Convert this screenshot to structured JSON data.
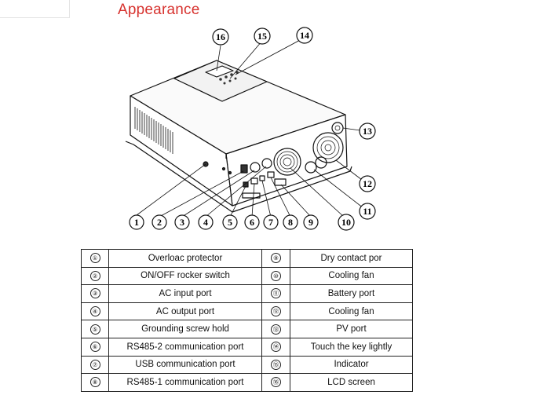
{
  "title": "Appearance",
  "callouts": [
    "1",
    "2",
    "3",
    "4",
    "5",
    "6",
    "7",
    "8",
    "9",
    "10",
    "11",
    "12",
    "13",
    "14",
    "15",
    "16"
  ],
  "parts_table": [
    {
      "left": {
        "num": "①",
        "label": "Overloac protector"
      },
      "right": {
        "num": "⑨",
        "label": "Dry contact por"
      }
    },
    {
      "left": {
        "num": "②",
        "label": "ON/OFF rocker switch"
      },
      "right": {
        "num": "⑩",
        "label": "Cooling fan"
      }
    },
    {
      "left": {
        "num": "③",
        "label": "AC input port"
      },
      "right": {
        "num": "⑪",
        "label": "Battery port"
      }
    },
    {
      "left": {
        "num": "④",
        "label": "AC output port"
      },
      "right": {
        "num": "⑫",
        "label": "Cooling fan"
      }
    },
    {
      "left": {
        "num": "⑤",
        "label": "Grounding screw hold"
      },
      "right": {
        "num": "⑬",
        "label": "PV port"
      }
    },
    {
      "left": {
        "num": "⑥",
        "label": "RS485-2 communication port"
      },
      "right": {
        "num": "⑭",
        "label": "Touch the key lightly"
      }
    },
    {
      "left": {
        "num": "⑦",
        "label": "USB communication port"
      },
      "right": {
        "num": "⑮",
        "label": "Indicator"
      }
    },
    {
      "left": {
        "num": "⑧",
        "label": "RS485-1 communication port"
      },
      "right": {
        "num": "⑯",
        "label": "LCD screen"
      }
    }
  ]
}
